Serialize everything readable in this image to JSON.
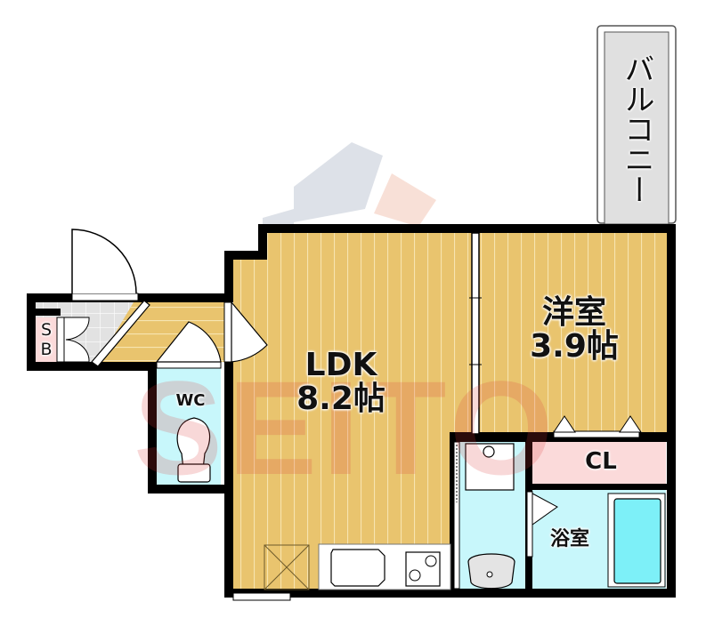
{
  "floorplan": {
    "rooms": [
      {
        "id": "ldk",
        "name": "LDK",
        "size": "8.2帖"
      },
      {
        "id": "western",
        "name": "洋室",
        "size": "3.9帖"
      },
      {
        "id": "bath",
        "name": "浴室"
      },
      {
        "id": "closet",
        "name": "CL"
      },
      {
        "id": "toilet",
        "name": "WC"
      },
      {
        "id": "shoebox",
        "name": "SB"
      },
      {
        "id": "balcony",
        "name": "バルコニー"
      }
    ],
    "watermark": "SEITO",
    "colors": {
      "wall": "#000000",
      "wood_floor": "#e9c46e",
      "wood_line": "#f7e4b0",
      "water_area": "#c8f7fb",
      "closet": "#fbdada",
      "balcony": "#e0e0e0",
      "entrance_tile": "#e2e2e2",
      "tub": "#7df0f8"
    }
  }
}
